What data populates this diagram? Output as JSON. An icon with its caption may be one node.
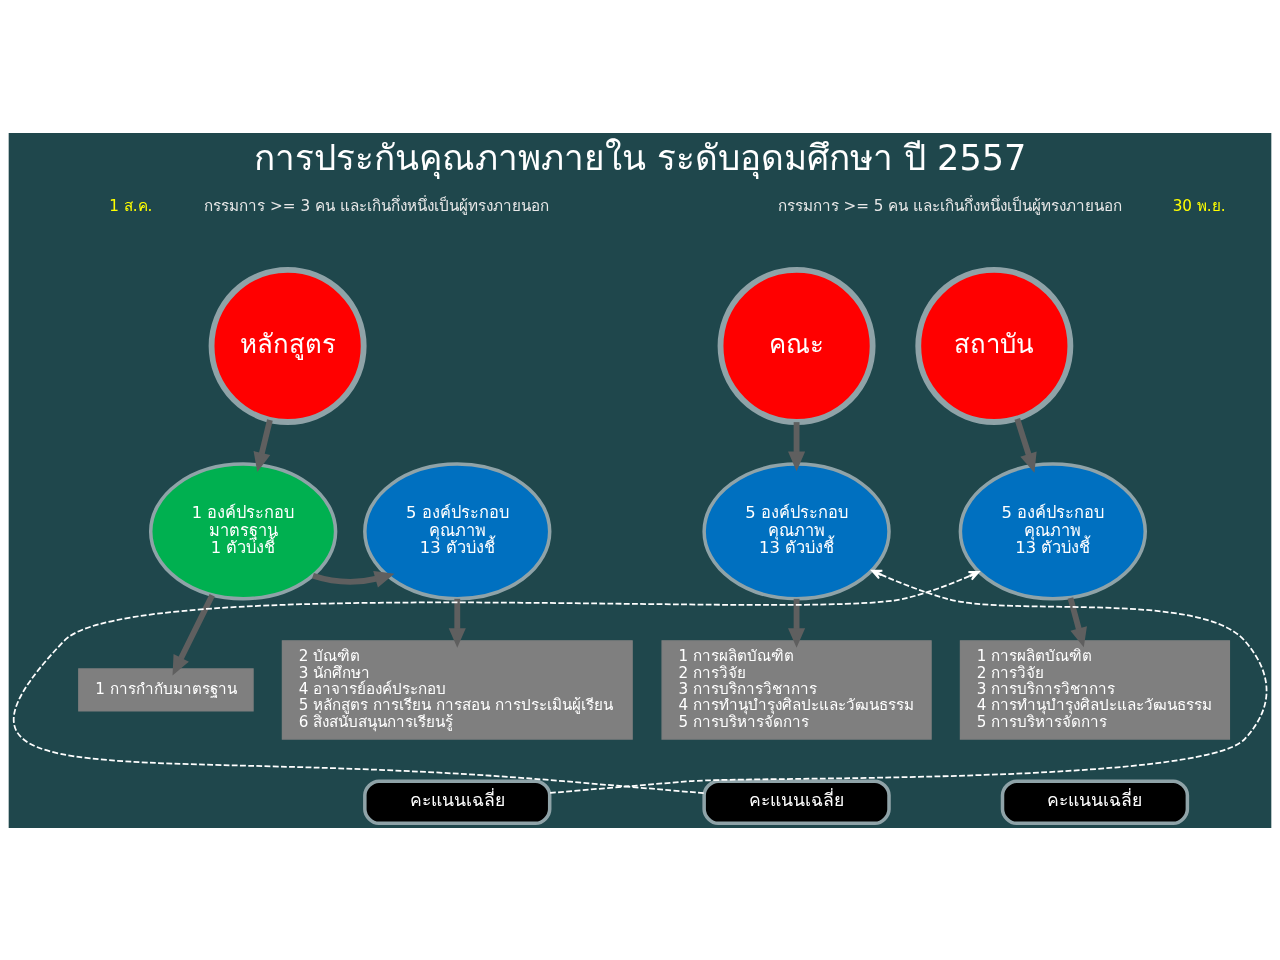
{
  "diagram": {
    "title": "การประกันคุณภาพภายใน ระดับอุดมศึกษา ปี 2557",
    "nodes": [
      {
        "text": [
          "หลักสูตร"
        ]
      },
      {
        "text": [
          "คณะ"
        ]
      },
      {
        "text": [
          "สถาบัน"
        ]
      },
      {
        "text": [
          "1 องค์ประกอบ",
          "มาตรฐาน",
          "1 ตัวบ่งชี้"
        ]
      },
      {
        "text": [
          "5 องค์ประกอบ",
          "คุณภาพ",
          "13 ตัวบ่งชี้"
        ]
      },
      {
        "text": [
          "5 องค์ประกอบ",
          "คุณภาพ",
          "13 ตัวบ่งชี้"
        ]
      },
      {
        "text": [
          "5 องค์ประกอบ",
          "คุณภาพ",
          "13 ตัวบ่งชี้"
        ]
      },
      {
        "text": [
          "1 การกำกับมาตรฐาน"
        ]
      },
      {
        "text": [
          "2 บัณฑิต",
          "3 นักศึกษา",
          "4 อาจารย์องค์ประกอบ",
          "5 หลักสูตร การเรียน การสอน การประเมินผู้เรียน",
          "6 สิ่งสนับสนุนการเรียนรู้"
        ]
      },
      {
        "text": [
          "1 การผลิตบัณฑิต",
          "2 การวิจัย",
          "3 การบริการวิชาการ",
          "4 การทำนุบำรุงศิลปะและวัฒนธรรม",
          "5 การบริหารจัดการ"
        ]
      },
      {
        "text": [
          "1 การผลิตบัณฑิต",
          "2 การวิจัย",
          "3 การบริการวิชาการ",
          "4 การทำนุบำรุงศิลปะและวัฒนธรรม",
          "5 การบริหารจัดการ"
        ]
      },
      {
        "text": [
          "คะแนนเฉลี่ย"
        ]
      },
      {
        "text": [
          "คะแนนเฉลี่ย"
        ]
      },
      {
        "text": [
          "คะแนนเฉลี่ย"
        ]
      }
    ],
    "edges": [
      {
        "from": 0,
        "to": 3,
        "arrow": "to"
      },
      {
        "from": 3,
        "to": 4,
        "arrow": "to"
      },
      {
        "from": 3,
        "to": 7,
        "arrow": "to"
      },
      {
        "from": 4,
        "to": 8,
        "arrow": "to"
      },
      {
        "from": 1,
        "to": 5,
        "arrow": "to"
      },
      {
        "from": 2,
        "to": 6,
        "arrow": "to"
      },
      {
        "from": 5,
        "to": 9,
        "arrow": "to"
      },
      {
        "from": 6,
        "to": 10,
        "arrow": "to"
      },
      {
        "from": 11,
        "to": 5,
        "arrow": "to",
        "style": "dashed",
        "color": "#ffffff"
      },
      {
        "from": 12,
        "to": 6,
        "arrow": "to",
        "style": "dashed",
        "color": "#ffffff"
      }
    ],
    "labels": [
      "กรรมการ >= 3 คน และเกินกึ่งหนึ่งเป็นผู้ทรงภายนอก",
      "กรรมการ >= 5 คน และเกินกึ่งหนึ่งเป็นผู้ทรงภายนอก",
      "1 ส.ค.",
      "30 พ.ย."
    ]
  }
}
